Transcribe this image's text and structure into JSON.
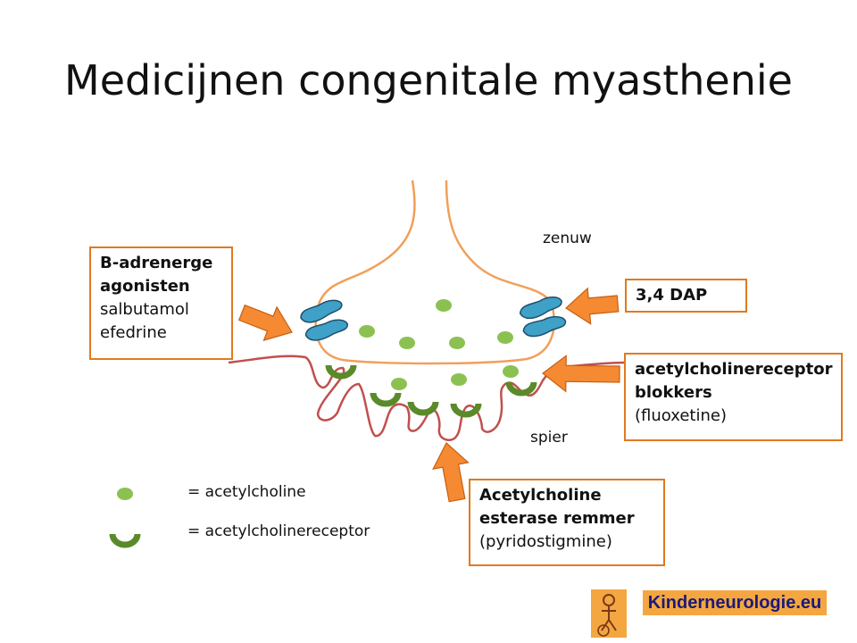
{
  "title": "Medicijnen congenitale myasthenie",
  "labels": {
    "nerve": "zenuw",
    "muscle": "spier"
  },
  "boxes": {
    "beta": {
      "bold": [
        "B-adrenerge",
        "agonisten"
      ],
      "normal": [
        "salbutamol",
        "efedrine"
      ]
    },
    "dap": {
      "bold": [
        "3,4 DAP"
      ],
      "normal": []
    },
    "blockers": {
      "bold": [
        "acetylcholinereceptor",
        "blokkers"
      ],
      "normal": [
        "(fluoxetine)"
      ]
    },
    "esterase": {
      "bold": [
        "Acetylcholine",
        "esterase remmer"
      ],
      "normal": [
        "(pyridostigmine)"
      ]
    }
  },
  "legend": {
    "acetylcholine": "= acetylcholine",
    "receptor": "= acetylcholinereceptor"
  },
  "logo": {
    "text": "Kinderneurologie.eu"
  },
  "colors": {
    "box_border": "#e07a1f",
    "arrow": "#f58a33",
    "nerve": "#f0a05a",
    "muscle": "#c0504d",
    "dot": "#8cc152",
    "receptor": "#5a8a2a",
    "channel": "#3fa0c8",
    "logo_bg": "#f4a640"
  }
}
